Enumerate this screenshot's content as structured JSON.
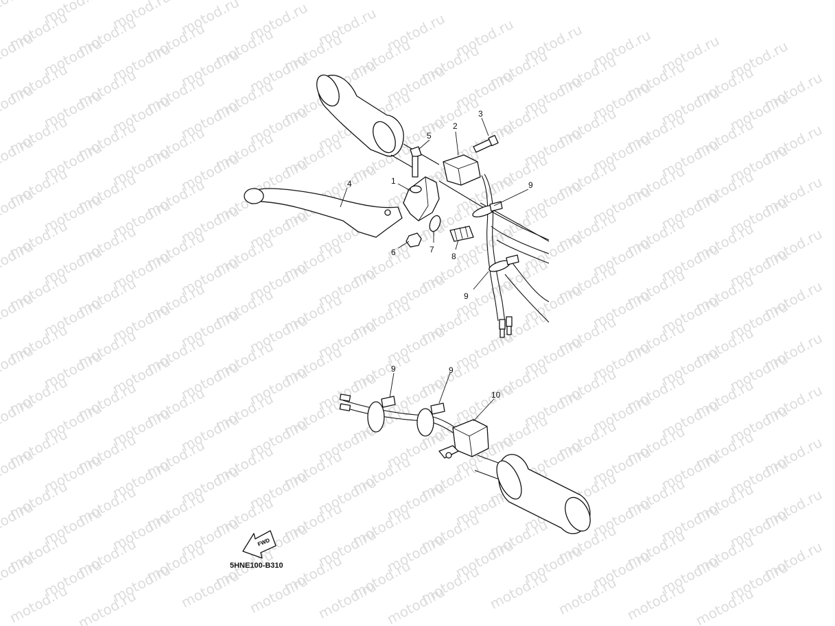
{
  "watermark": {
    "text": "motod.ru"
  },
  "diagram_code": "5HNE100-B310",
  "fwd_label": "FWD",
  "callouts": {
    "c1": "1",
    "c2": "2",
    "c3": "3",
    "c4": "4",
    "c5": "5",
    "c6": "6",
    "c7": "7",
    "c8": "8",
    "c9a": "9",
    "c9b": "9",
    "c9c": "9",
    "c9d": "9",
    "c10": "10"
  }
}
